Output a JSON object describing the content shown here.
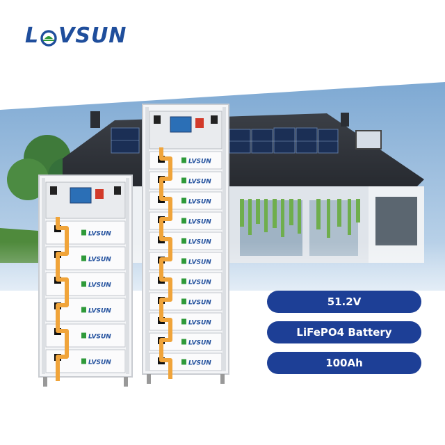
{
  "brand": {
    "logo_text_before": "L",
    "logo_text_after": "VSUN",
    "module_label": "LVSUN",
    "colors": {
      "primary": "#1f4e9c",
      "accent": "#2f9a3a",
      "pill": "#1d3f96",
      "cable": "#f0a43a"
    }
  },
  "specs": {
    "voltage": "51.2V",
    "chemistry": "LiFePO4 Battery",
    "capacity": "100Ah"
  },
  "racks": {
    "small_modules": 6,
    "tall_modules": 11
  }
}
